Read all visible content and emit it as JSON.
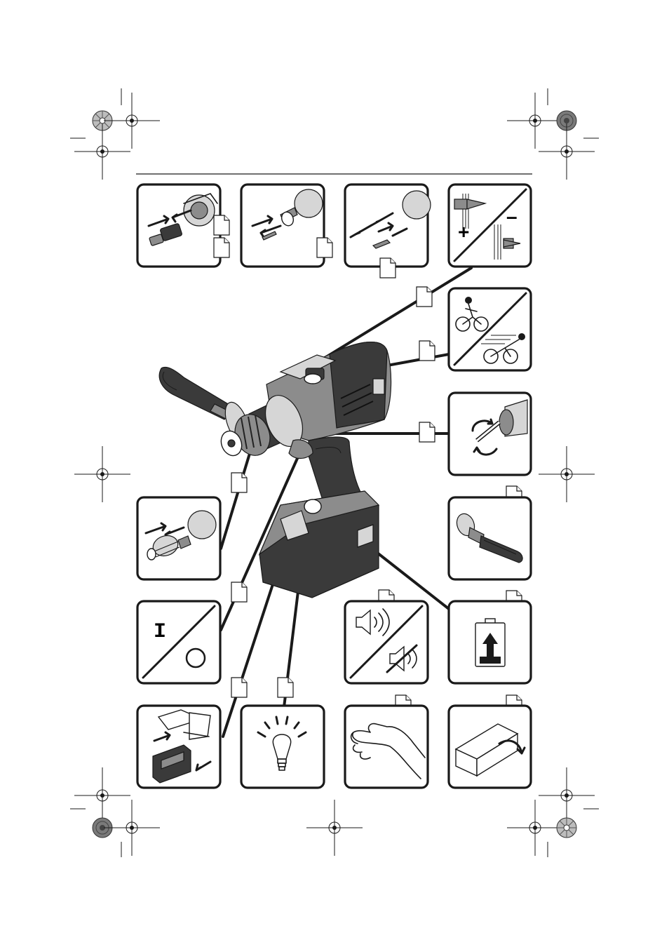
{
  "page": {
    "title": "",
    "description_text": ""
  },
  "colors": {
    "ink": "#1a1a1a",
    "tool_dark": "#3a3a3a",
    "tool_mid": "#8c8c8c",
    "tool_light": "#d6d6d6",
    "paper": "#ffffff"
  },
  "icons": [
    "registration-mark-icon",
    "crosshair-icon",
    "chuck-removal-icon",
    "bit-holder-icon",
    "drill-bit-insert-icon",
    "screw-in-out-icon",
    "speed-gear-icon",
    "rotation-direction-icon",
    "auxiliary-handle-icon",
    "keyless-chuck-icon",
    "on-off-icon",
    "sound-on-off-icon",
    "battery-charge-icon",
    "battery-insert-icon",
    "work-light-icon",
    "hand-vibration-icon",
    "packaging-box-icon"
  ],
  "panels": [
    {
      "id": "chuck-removal",
      "icon": "chuck-removal-icon"
    },
    {
      "id": "bit-holder",
      "icon": "bit-holder-icon"
    },
    {
      "id": "drill-bit-insert",
      "icon": "drill-bit-insert-icon"
    },
    {
      "id": "screw-plus-minus",
      "icon": "screw-in-out-icon",
      "labels": {
        "plus": "+",
        "minus": "–"
      }
    },
    {
      "id": "gear-selection",
      "icon": "speed-gear-icon"
    },
    {
      "id": "rotation-direction",
      "icon": "rotation-direction-icon"
    },
    {
      "id": "auxiliary-handle",
      "icon": "auxiliary-handle-icon"
    },
    {
      "id": "keyless-chuck",
      "icon": "keyless-chuck-icon"
    },
    {
      "id": "on-off",
      "icon": "on-off-icon",
      "labels": {
        "on": "I"
      }
    },
    {
      "id": "sound",
      "icon": "sound-on-off-icon"
    },
    {
      "id": "battery-charge",
      "icon": "battery-charge-icon"
    },
    {
      "id": "battery-insert",
      "icon": "battery-insert-icon"
    },
    {
      "id": "work-light",
      "icon": "work-light-icon"
    },
    {
      "id": "hand-vibration",
      "icon": "hand-vibration-icon"
    },
    {
      "id": "packaging",
      "icon": "packaging-box-icon"
    }
  ]
}
